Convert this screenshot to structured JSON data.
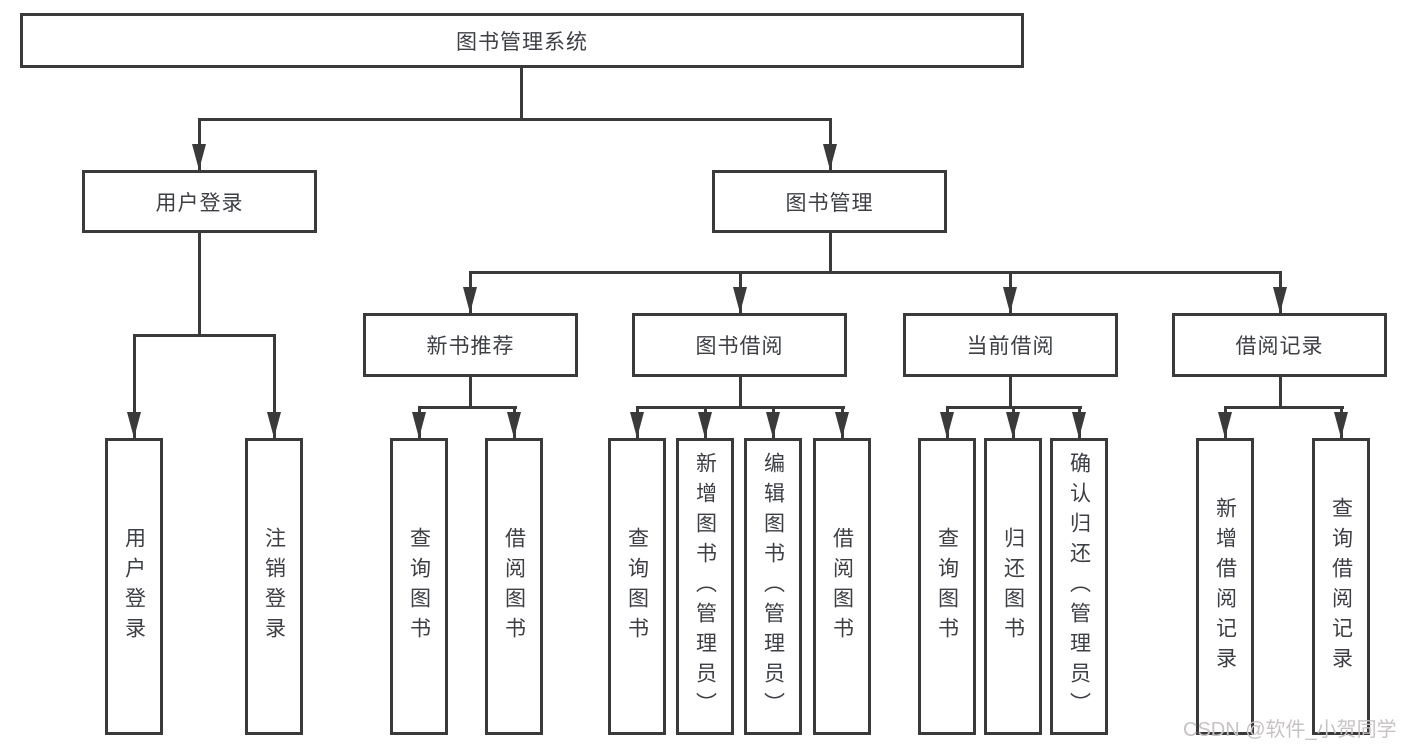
{
  "diagram": {
    "title": "图书管理系统",
    "root": {
      "label": "图书管理系统"
    },
    "level2": [
      {
        "label": "用户登录"
      },
      {
        "label": "图书管理"
      }
    ],
    "level3": [
      {
        "label": "新书推荐"
      },
      {
        "label": "图书借阅"
      },
      {
        "label": "当前借阅"
      },
      {
        "label": "借阅记录"
      }
    ],
    "leaves": {
      "user_login": [
        "用户登录",
        "注销登录"
      ],
      "new_book": [
        "查询图书",
        "借阅图书"
      ],
      "book_borrow": [
        "查询图书",
        "新增图书（管理员）",
        "编辑图书（管理员）",
        "借阅图书"
      ],
      "current_borrow": [
        "查询图书",
        "归还图书",
        "确认归还（管理员）"
      ],
      "borrow_record": [
        "新增借阅记录",
        "查询借阅记录"
      ]
    }
  },
  "watermark": {
    "text": "CSDN @软件_小贺同学"
  },
  "colors": {
    "line": "#3a3a3a",
    "text": "#3d3f44",
    "watermark": "#c7c3c3",
    "background": "#ffffff"
  }
}
